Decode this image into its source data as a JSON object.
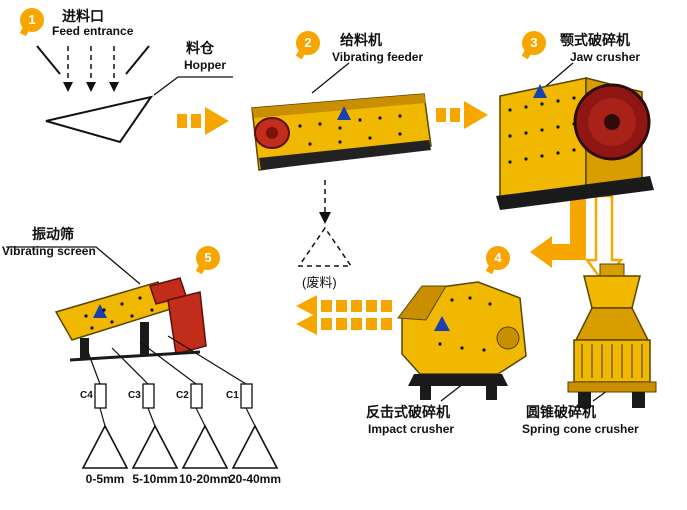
{
  "diagram_title": "Crushing plant flow diagram",
  "colors": {
    "arrow_yellow": "#f7a600",
    "badge_yellow": "#f7a600",
    "machine_yellow": "#f0b800",
    "machine_red": "#c22c1a",
    "flywheel_red": "#8f1612",
    "line_black": "#111111",
    "logo_blue": "#1a3fb0"
  },
  "badges": [
    {
      "n": "1"
    },
    {
      "n": "2"
    },
    {
      "n": "3"
    },
    {
      "n": "4"
    },
    {
      "n": "5"
    }
  ],
  "labels": {
    "feed_zh": "进料口",
    "feed_en": "Feed entrance",
    "hopper_zh": "料仓",
    "hopper_en": "Hopper",
    "feeder_zh": "给料机",
    "feeder_en": "Vibrating feeder",
    "jaw_zh": "颚式破碎机",
    "jaw_en": "Jaw crusher",
    "waste": "(废料)",
    "screen_zh": "振动筛",
    "screen_en": "Vibrating screen",
    "impact_zh": "反击式破碎机",
    "impact_en": "Impact crusher",
    "cone_zh": "圆锥破碎机",
    "cone_en": "Spring cone crusher"
  },
  "outputs": [
    {
      "code": "C4",
      "size": "0-5mm"
    },
    {
      "code": "C3",
      "size": "5-10mm"
    },
    {
      "code": "C2",
      "size": "10-20mm"
    },
    {
      "code": "C1",
      "size": "20-40mm"
    }
  ]
}
